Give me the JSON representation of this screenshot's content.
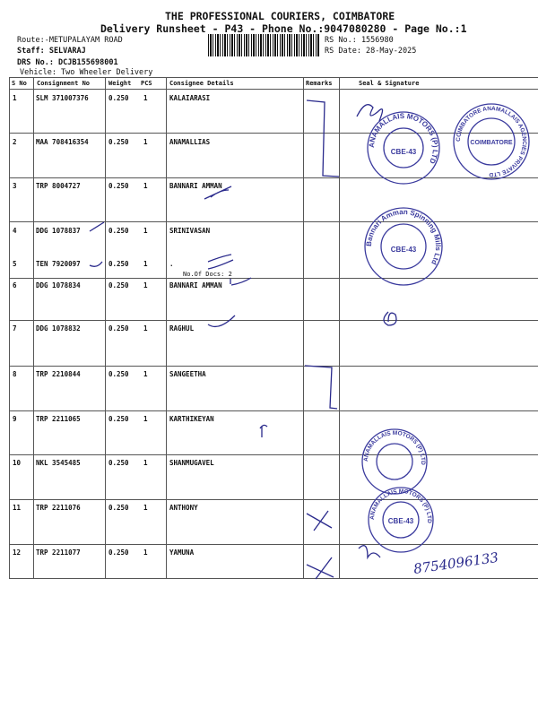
{
  "header": {
    "title": "THE PROFESSIONAL COURIERS, COIMBATORE",
    "subtitle": "Delivery Runsheet - P43 - Phone No.:9047080280 - Page No.:1",
    "route": "Route:-METUPALAYAM ROAD",
    "staff": "Staff: SELVARAJ",
    "drs": "DRS No.: DCJB155698001",
    "vehicle": "Vehicle: Two Wheeler Delivery",
    "rs_no": "RS No.: 1556980",
    "rs_date": "RS Date: 28-May-2025"
  },
  "table": {
    "columns": [
      "S No",
      "Consignment No",
      "Weight",
      "PCS",
      "Consignee Details",
      "Remarks",
      "Seal & Signature"
    ],
    "rows": [
      {
        "sno": "1",
        "cn": "SLM 371007376",
        "wt": "0.250",
        "pcs": "1",
        "name": "KALAIARASI"
      },
      {
        "sno": "2",
        "cn": "MAA 708416354",
        "wt": "0.250",
        "pcs": "1",
        "name": "ANAMALLIAS"
      },
      {
        "sno": "3",
        "cn": "TRP 8004727",
        "wt": "0.250",
        "pcs": "1",
        "name": "BANNARI AMMAN"
      },
      {
        "sno": "4",
        "cn": "DDG 1078837",
        "wt": "0.250",
        "pcs": "1",
        "name": "SRINIVASAN"
      },
      {
        "sno": "5",
        "cn": "TEN 7920097",
        "wt": "0.250",
        "pcs": "1",
        "name": ".",
        "note": "No.Of Docs: 2"
      },
      {
        "sno": "6",
        "cn": "DDG 1078834",
        "wt": "0.250",
        "pcs": "1",
        "name": "BANNARI AMMAN"
      },
      {
        "sno": "7",
        "cn": "DDG 1078832",
        "wt": "0.250",
        "pcs": "1",
        "name": "RAGHUL"
      },
      {
        "sno": "8",
        "cn": "TRP 2210844",
        "wt": "0.250",
        "pcs": "1",
        "name": "SANGEETHA"
      },
      {
        "sno": "9",
        "cn": "TRP 2211065",
        "wt": "0.250",
        "pcs": "1",
        "name": "KARTHIKEYAN"
      },
      {
        "sno": "10",
        "cn": "NKL 3545485",
        "wt": "0.250",
        "pcs": "1",
        "name": "SHANMUGAVEL"
      },
      {
        "sno": "11",
        "cn": "TRP 2211076",
        "wt": "0.250",
        "pcs": "1",
        "name": "ANTHONY"
      },
      {
        "sno": "12",
        "cn": "TRP 2211077",
        "wt": "0.250",
        "pcs": "1",
        "name": "YAMUNA"
      }
    ]
  },
  "stamps": {
    "motors": "ANAMALLAIS MOTORS (P) LTD",
    "motors_center": "CBE-43",
    "agencies": "COIMBATORE ANAMALLAIS AGENCIES PRIVATE LTD",
    "agencies_center": "COIMBATORE",
    "bannari": "Bannari Amman Spinning Mills Ltd",
    "bannari_center": "CBE-43"
  },
  "handwritten_phone": "8754096133",
  "colors": {
    "ink": "#2a2a8c",
    "stamp": "#3b3b9e",
    "line": "#555555"
  }
}
